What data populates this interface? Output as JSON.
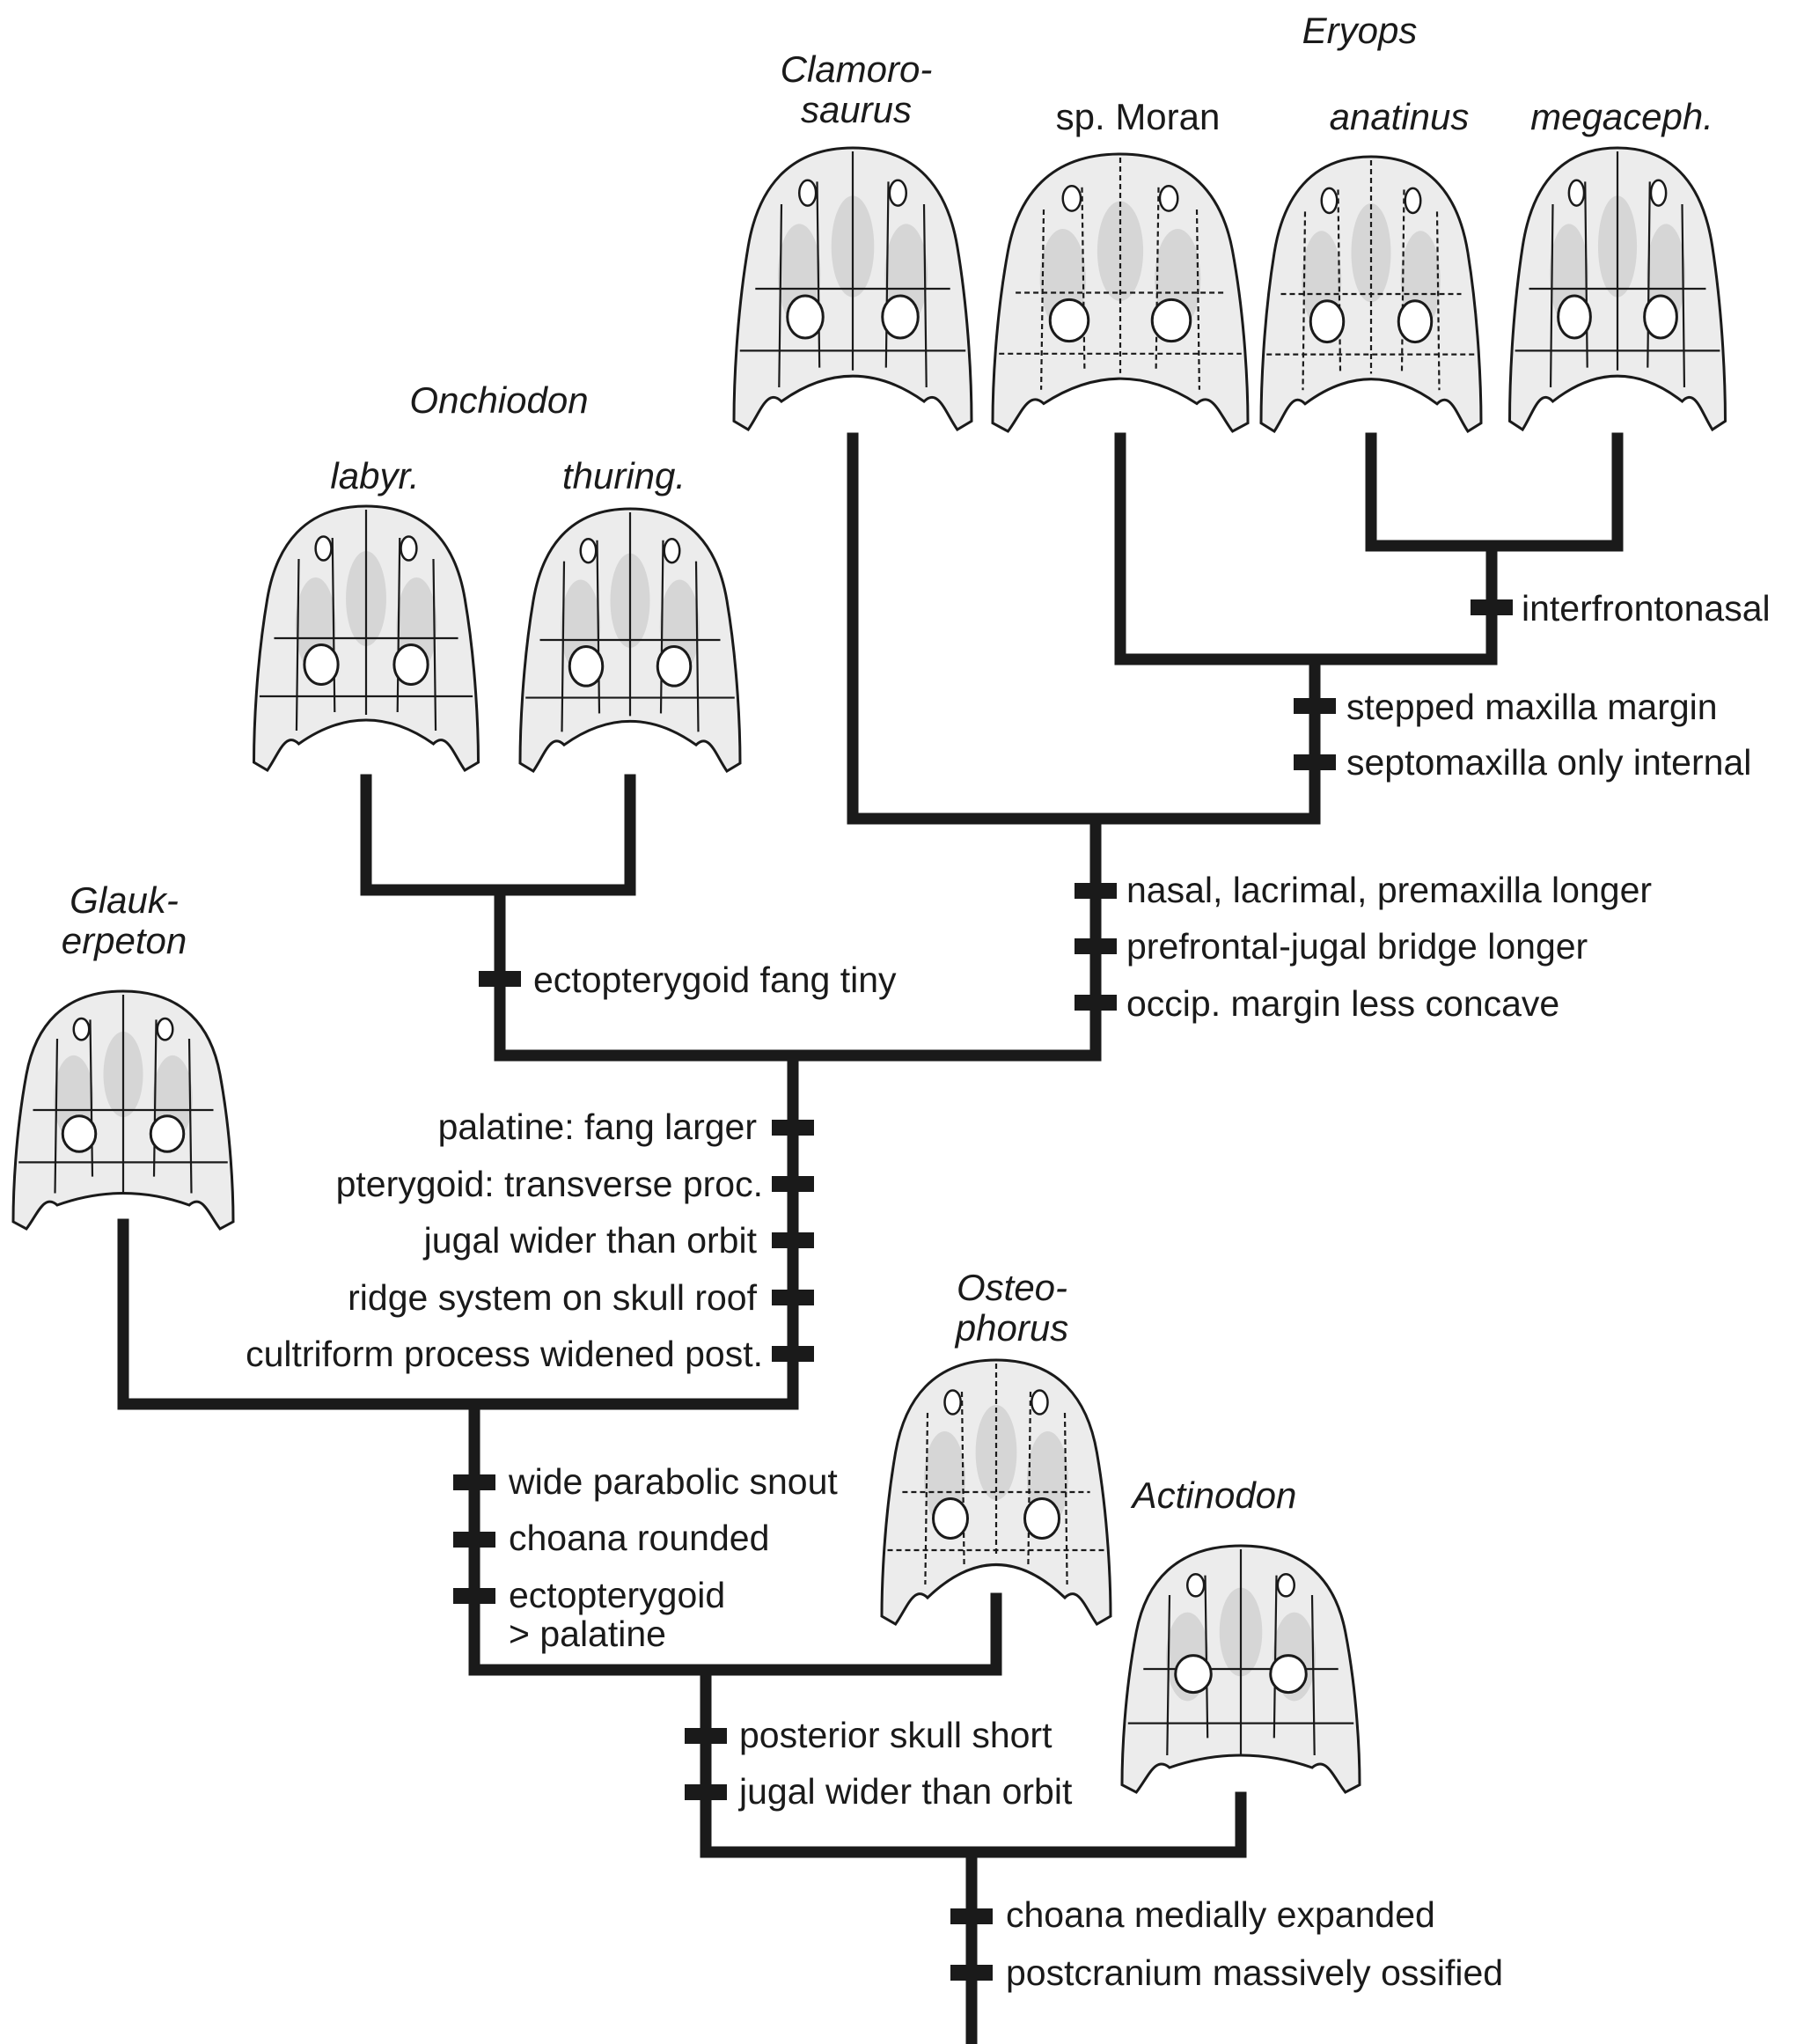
{
  "figure": {
    "type": "cladogram",
    "taxa": {
      "eryops_genus": "Eryops",
      "clamorosaurus": "Clamoro-\nsaurus",
      "eryops_sp_moran": "sp. Moran",
      "eryops_anatinus": "anatinus",
      "eryops_megaceph": "megaceph.",
      "onchiodon_genus": "Onchiodon",
      "onchiodon_labyr": "labyr.",
      "onchiodon_thuring": "thuring.",
      "glaukerpeton": "Glauk-\nerpeton",
      "osteophorus": "Osteo-\nphorus",
      "actinodon": "Actinodon"
    },
    "nodes": {
      "eryops_anat_mega": [
        "interfrontonasal"
      ],
      "eryops": [
        "stepped maxilla margin",
        "septomaxilla only internal"
      ],
      "clam_eryops": [
        "nasal, lacrimal, premaxilla longer",
        "prefrontal-jugal bridge longer",
        "occip. margin less concave"
      ],
      "onchiodon": [
        "ectopterygoid fang tiny"
      ],
      "onch_eryops": [
        "palatine: fang larger",
        "pterygoid: transverse proc.",
        "jugal wider than orbit",
        "ridge system on skull roof",
        "cultriform process widened post."
      ],
      "glauk_plus": [
        "wide parabolic snout",
        "choana rounded",
        "ectopterygoid\n> palatine"
      ],
      "osteo_plus": [
        "posterior skull short",
        "jugal wider than orbit"
      ],
      "root": [
        "choana medially expanded",
        "postcranium massively ossified"
      ]
    },
    "colors": {
      "line": "#1a1a1a",
      "skull_fill": "#ececec",
      "skull_shade": "#c8c8c8",
      "skull_outline": "#1a1a1a",
      "orbit": "#ffffff"
    }
  }
}
